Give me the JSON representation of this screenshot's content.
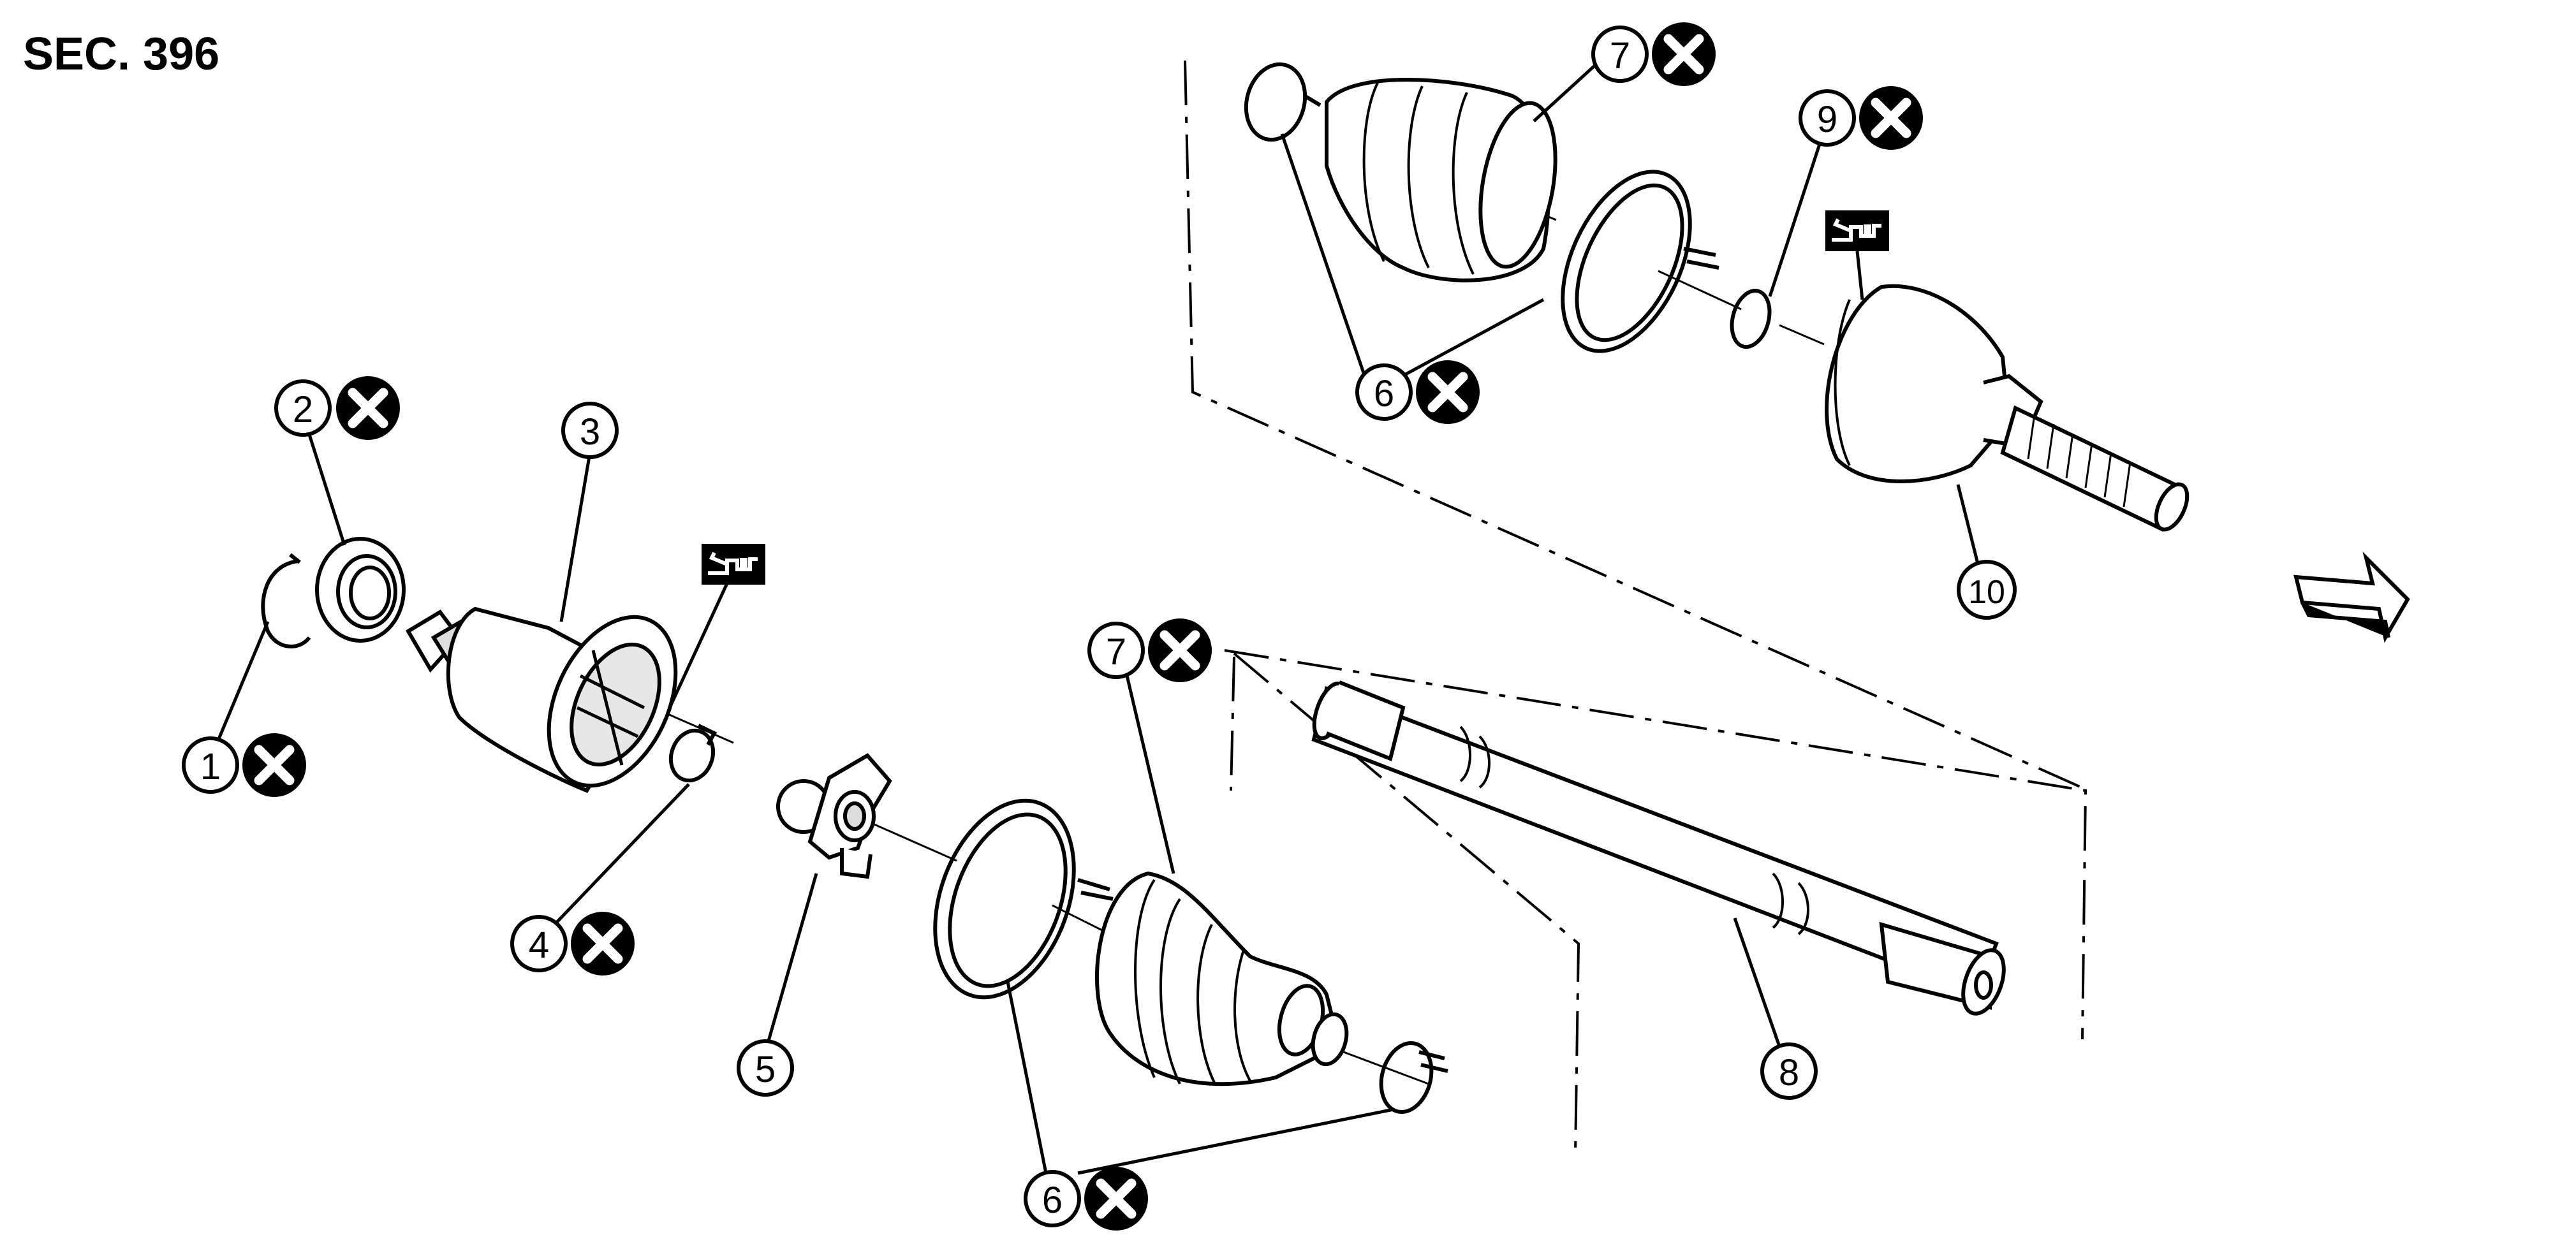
{
  "section_label": "SEC. 396",
  "callouts": [
    {
      "id": "1",
      "label": "1",
      "name": "circlip",
      "replace": true
    },
    {
      "id": "2",
      "label": "2",
      "name": "dust-shield",
      "replace": true
    },
    {
      "id": "3",
      "label": "3",
      "name": "housing",
      "replace": false
    },
    {
      "id": "4",
      "label": "4",
      "name": "snap-ring",
      "replace": true
    },
    {
      "id": "5",
      "label": "5",
      "name": "spider-assembly",
      "replace": false
    },
    {
      "id": "6a",
      "label": "6",
      "name": "boot-band-lower",
      "replace": true
    },
    {
      "id": "6b",
      "label": "6",
      "name": "boot-band-upper",
      "replace": true
    },
    {
      "id": "7a",
      "label": "7",
      "name": "boot-lower",
      "replace": true
    },
    {
      "id": "7b",
      "label": "7",
      "name": "boot-upper",
      "replace": true
    },
    {
      "id": "8",
      "label": "8",
      "name": "shaft",
      "replace": false
    },
    {
      "id": "9",
      "label": "9",
      "name": "circular-clip",
      "replace": true
    },
    {
      "id": "10",
      "label": "10",
      "name": "joint-sub-assembly",
      "replace": false
    }
  ],
  "symbols": {
    "replace_icon": "x-circle-icon",
    "grease_icon": "grease-gun-icon",
    "front_arrow": "front-arrow-icon"
  },
  "colors": {
    "ink": "#000000",
    "paper": "#ffffff",
    "shade": "#d9d9d9"
  }
}
